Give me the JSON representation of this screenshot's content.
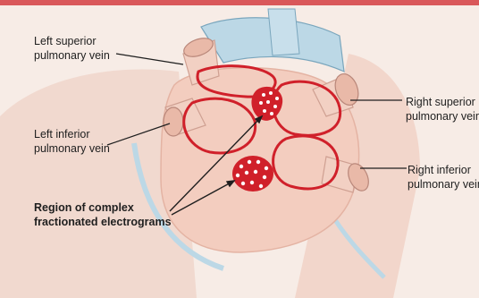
{
  "labels": {
    "lspv": [
      "Left superior",
      "pulmonary vein"
    ],
    "lipv": [
      "Left inferior",
      "pulmonary vein"
    ],
    "rspv": [
      "Right superior",
      "pulmonary vein"
    ],
    "ripv": [
      "Right inferior",
      "pulmonary vein"
    ],
    "cfae": [
      "Region of complex",
      "fractionated electrograms"
    ]
  },
  "colors": {
    "accent": "#d9585a",
    "ablation_line": "#d0202a",
    "heart_tissue": "#f3d2c6",
    "vessel_blue": "#bcd8e6"
  }
}
